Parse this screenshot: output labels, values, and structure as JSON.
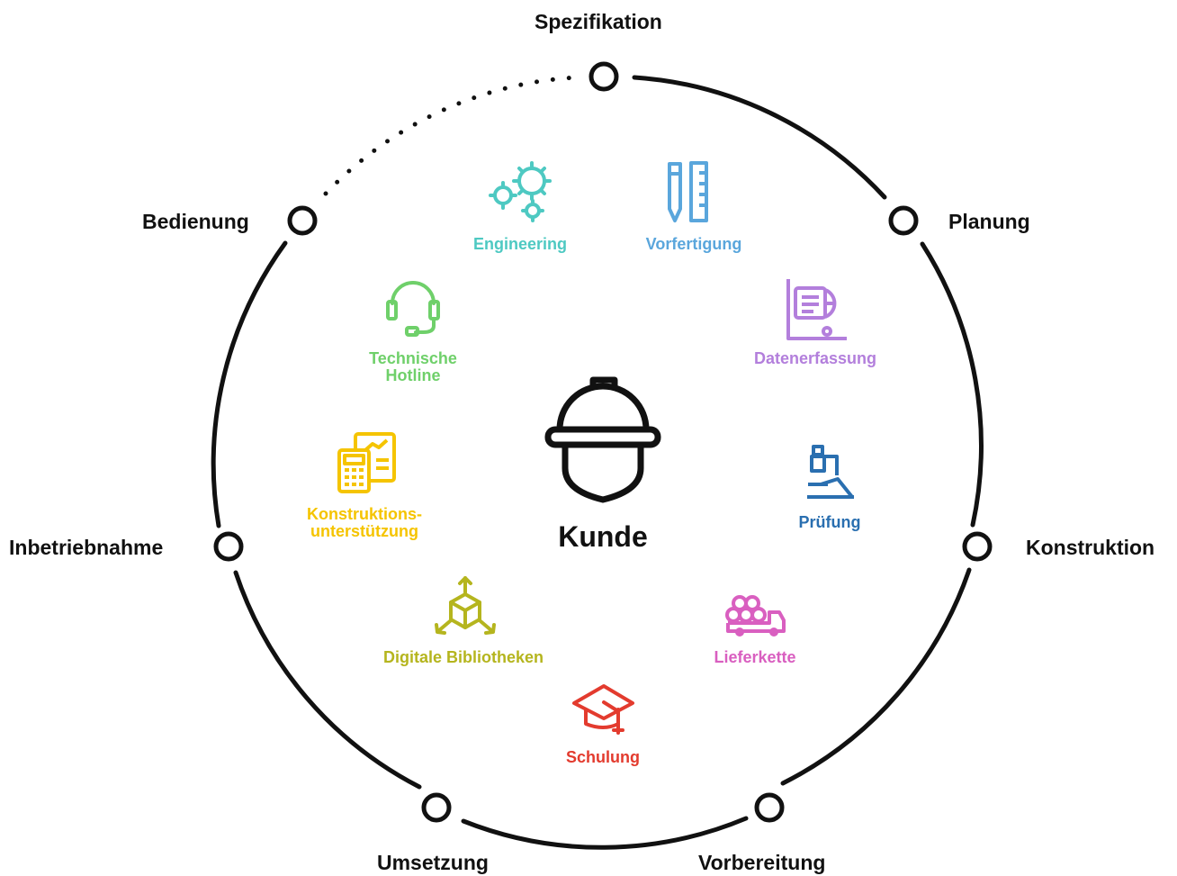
{
  "center": {
    "label": "Kunde",
    "icon": "hard-hat-icon"
  },
  "stages": [
    {
      "id": "spezifikation",
      "label": "Spezifikation"
    },
    {
      "id": "planung",
      "label": "Planung"
    },
    {
      "id": "konstruktion",
      "label": "Konstruktion"
    },
    {
      "id": "vorbereitung",
      "label": "Vorbereitung"
    },
    {
      "id": "umsetzung",
      "label": "Umsetzung"
    },
    {
      "id": "inbetriebnahme",
      "label": "Inbetriebnahme"
    },
    {
      "id": "bedienung",
      "label": "Bedienung"
    }
  ],
  "services": [
    {
      "id": "engineering",
      "label": "Engineering",
      "color": "#4ec9c2",
      "icon": "gears-icon"
    },
    {
      "id": "vorfertigung",
      "label": "Vorfertigung",
      "color": "#5aa6dc",
      "icon": "pencil-ruler-icon"
    },
    {
      "id": "datenerfassung",
      "label": "Datenerfassung",
      "color": "#b37fdc",
      "icon": "data-capture-icon"
    },
    {
      "id": "pruefung",
      "label": "Prüfung",
      "color": "#2a6fb0",
      "icon": "microscope-icon"
    },
    {
      "id": "lieferkette",
      "label": "Lieferkette",
      "color": "#d95fc0",
      "icon": "truck-pipes-icon"
    },
    {
      "id": "schulung",
      "label": "Schulung",
      "color": "#e33b2e",
      "icon": "graduation-cap-icon"
    },
    {
      "id": "digitale-bibliotheken",
      "label": "Digitale Bibliotheken",
      "color": "#b5b51e",
      "icon": "cube-arrows-icon"
    },
    {
      "id": "konstruktionsunterstuetzung",
      "label_line1": "Konstruktions-",
      "label_line2": "unterstützung",
      "color": "#f5c400",
      "icon": "calculator-documents-icon"
    },
    {
      "id": "technische-hotline",
      "label_line1": "Technische",
      "label_line2": "Hotline",
      "color": "#6fd06a",
      "icon": "headset-icon"
    }
  ]
}
